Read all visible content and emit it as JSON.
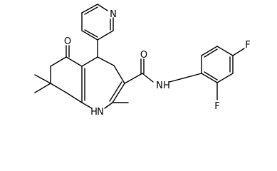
{
  "molecule": {
    "atoms": [
      {
        "id": "pyr_n",
        "label": "N"
      },
      {
        "id": "ketone_o",
        "label": "O"
      },
      {
        "id": "amide_o",
        "label": "O"
      },
      {
        "id": "amide_n",
        "label": "N"
      },
      {
        "id": "amide_h",
        "label": "H"
      },
      {
        "id": "ring_nh",
        "label": "H"
      },
      {
        "id": "ring_n",
        "label": "N"
      },
      {
        "id": "f_para",
        "label": "F"
      },
      {
        "id": "f_ortho",
        "label": "F"
      }
    ]
  }
}
